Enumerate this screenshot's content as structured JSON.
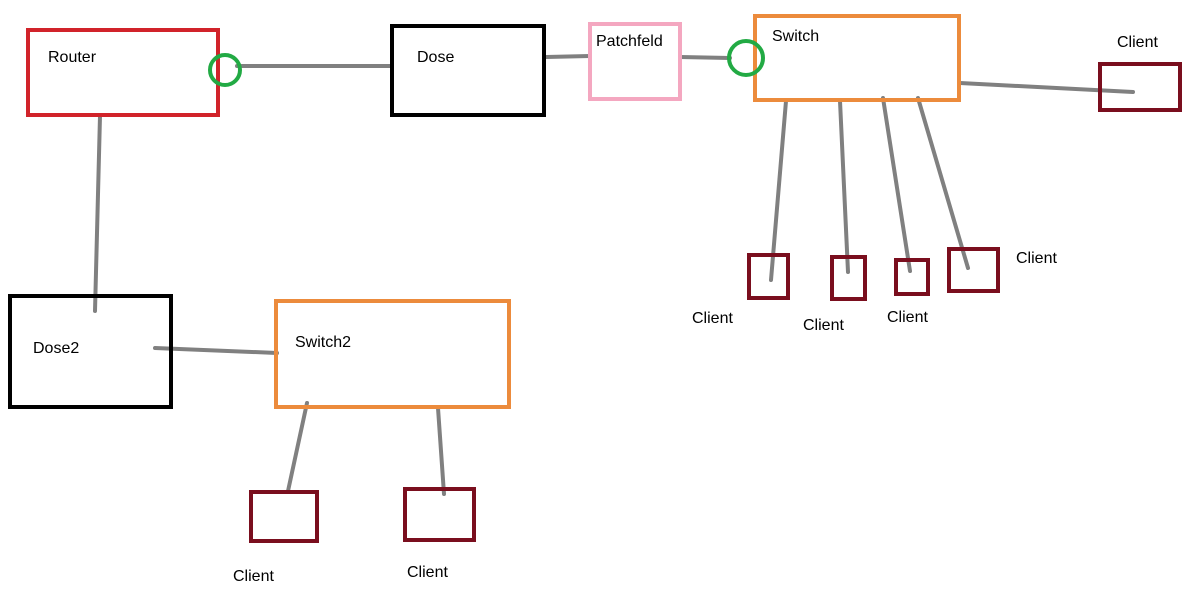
{
  "colors": {
    "router": "#d1232a",
    "dose": "#000000",
    "patchfeld": "#f4a7c0",
    "switch": "#ec8b3c",
    "client": "#7a0e1e",
    "line": "#808080",
    "connector": "#22aa44"
  },
  "nodes": {
    "router": {
      "label": "Router"
    },
    "dose": {
      "label": "Dose"
    },
    "patchfeld": {
      "label": "Patchfeld"
    },
    "switch": {
      "label": "Switch"
    },
    "dose2": {
      "label": "Dose2"
    },
    "switch2": {
      "label": "Switch2"
    }
  },
  "clients": {
    "client_right": "Client",
    "client_s1": "Client",
    "client_s2": "Client",
    "client_s3": "Client",
    "client_s4": "Client",
    "client_sw2_1": "Client",
    "client_sw2_2": "Client"
  },
  "connector_icon": "circle-connector-icon"
}
